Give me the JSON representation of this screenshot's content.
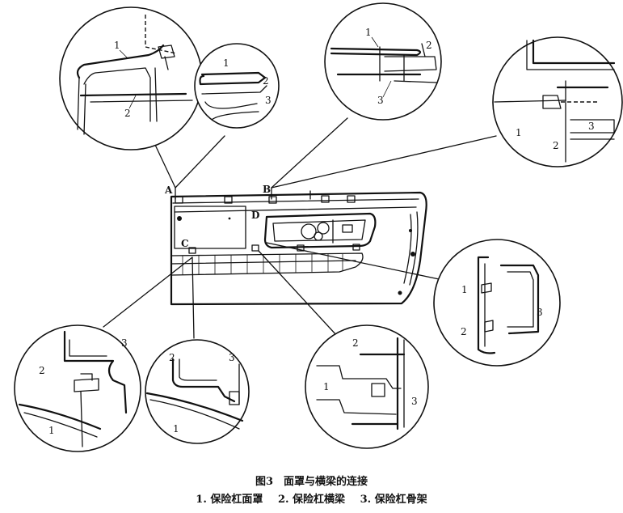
{
  "caption": {
    "title": "图3　面罩与横梁的连接",
    "items": [
      "1. 保险杠面罩",
      "2. 保险杠横梁",
      "3. 保险杠骨架"
    ]
  },
  "points": {
    "a": "A",
    "b": "B",
    "c": "C",
    "d": "D"
  },
  "callouts": {
    "detail_a_left": [
      "1",
      "2"
    ],
    "detail_a_right": [
      "1",
      "2",
      "3"
    ],
    "detail_b_top": [
      "1",
      "2",
      "3"
    ],
    "detail_b_right": [
      "1",
      "2",
      "3"
    ],
    "detail_d_right": [
      "1",
      "2",
      "3"
    ],
    "detail_c_left": [
      "3",
      "2",
      "1"
    ],
    "detail_c_mid": [
      "2",
      "3",
      "1"
    ],
    "detail_d_bottom": [
      "2",
      "1",
      "3"
    ]
  }
}
